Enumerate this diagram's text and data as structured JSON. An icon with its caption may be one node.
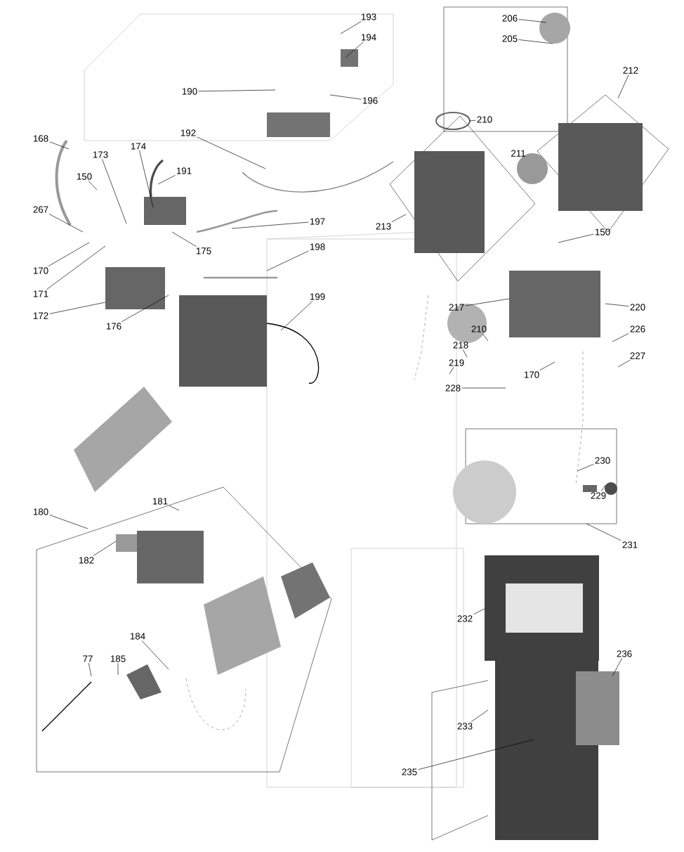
{
  "diagram": {
    "nodes": [
      {
        "text": [
          "193"
        ]
      },
      {
        "text": [
          "194"
        ]
      },
      {
        "text": [
          "206"
        ]
      },
      {
        "text": [
          "205"
        ]
      },
      {
        "text": [
          "212"
        ]
      },
      {
        "text": [
          "190"
        ]
      },
      {
        "text": [
          "196"
        ]
      },
      {
        "text": [
          "210"
        ]
      },
      {
        "text": [
          "192"
        ]
      },
      {
        "text": [
          "168"
        ]
      },
      {
        "text": [
          "174"
        ]
      },
      {
        "text": [
          "173"
        ]
      },
      {
        "text": [
          "191"
        ]
      },
      {
        "text": [
          "150"
        ]
      },
      {
        "text": [
          "267"
        ]
      },
      {
        "text": [
          "197"
        ]
      },
      {
        "text": [
          "213"
        ]
      },
      {
        "text": [
          "150"
        ]
      },
      {
        "text": [
          "198"
        ]
      },
      {
        "text": [
          "175"
        ]
      },
      {
        "text": [
          "170"
        ]
      },
      {
        "text": [
          "171"
        ]
      },
      {
        "text": [
          "217"
        ]
      },
      {
        "text": [
          "220"
        ]
      },
      {
        "text": [
          "172"
        ]
      },
      {
        "text": [
          "176"
        ]
      },
      {
        "text": [
          "199"
        ]
      },
      {
        "text": [
          "210"
        ]
      },
      {
        "text": [
          "226"
        ]
      },
      {
        "text": [
          "218"
        ]
      },
      {
        "text": [
          "227"
        ]
      },
      {
        "text": [
          "219"
        ]
      },
      {
        "text": [
          "170"
        ]
      },
      {
        "text": [
          "228"
        ]
      },
      {
        "text": [
          "230"
        ]
      },
      {
        "text": [
          "229"
        ]
      },
      {
        "text": [
          "180"
        ]
      },
      {
        "text": [
          "181"
        ]
      },
      {
        "text": [
          "231"
        ]
      },
      {
        "text": [
          "182"
        ]
      },
      {
        "text": [
          "232"
        ]
      },
      {
        "text": [
          "184"
        ]
      },
      {
        "text": [
          "236"
        ]
      },
      {
        "text": [
          "77"
        ]
      },
      {
        "text": [
          "185"
        ]
      },
      {
        "text": [
          "233"
        ]
      },
      {
        "text": [
          "235"
        ]
      }
    ],
    "edges": [
      {
        "from": 0,
        "to": null,
        "arrow": "none"
      },
      {
        "from": 1,
        "to": null,
        "arrow": "none"
      },
      {
        "from": 2,
        "to": null,
        "arrow": "none"
      },
      {
        "from": 3,
        "to": null,
        "arrow": "none"
      },
      {
        "from": 4,
        "to": null,
        "arrow": "none"
      },
      {
        "from": 5,
        "to": null,
        "arrow": "none"
      },
      {
        "from": 6,
        "to": null,
        "arrow": "none"
      },
      {
        "from": 7,
        "to": null,
        "arrow": "none"
      },
      {
        "from": 8,
        "to": null,
        "arrow": "none"
      },
      {
        "from": 9,
        "to": null,
        "arrow": "none"
      },
      {
        "from": 10,
        "to": null,
        "arrow": "none"
      },
      {
        "from": 11,
        "to": null,
        "arrow": "none"
      },
      {
        "from": 12,
        "to": null,
        "arrow": "none"
      },
      {
        "from": 13,
        "to": null,
        "arrow": "none"
      },
      {
        "from": 14,
        "to": null,
        "arrow": "none"
      },
      {
        "from": 15,
        "to": null,
        "arrow": "none"
      },
      {
        "from": 16,
        "to": null,
        "arrow": "none"
      },
      {
        "from": 17,
        "to": null,
        "arrow": "none"
      },
      {
        "from": 18,
        "to": null,
        "arrow": "none"
      },
      {
        "from": 19,
        "to": null,
        "arrow": "none"
      },
      {
        "from": 20,
        "to": null,
        "arrow": "none"
      },
      {
        "from": 21,
        "to": null,
        "arrow": "none"
      },
      {
        "from": 22,
        "to": null,
        "arrow": "none"
      },
      {
        "from": 23,
        "to": null,
        "arrow": "none"
      },
      {
        "from": 24,
        "to": null,
        "arrow": "none"
      },
      {
        "from": 25,
        "to": null,
        "arrow": "none"
      },
      {
        "from": 26,
        "to": null,
        "arrow": "none"
      },
      {
        "from": 27,
        "to": null,
        "arrow": "none"
      },
      {
        "from": 28,
        "to": null,
        "arrow": "none"
      },
      {
        "from": 29,
        "to": null,
        "arrow": "none"
      },
      {
        "from": 30,
        "to": null,
        "arrow": "none"
      },
      {
        "from": 31,
        "to": null,
        "arrow": "none"
      },
      {
        "from": 32,
        "to": null,
        "arrow": "none"
      },
      {
        "from": 33,
        "to": null,
        "arrow": "none"
      },
      {
        "from": 34,
        "to": null,
        "arrow": "none"
      },
      {
        "from": 35,
        "to": null,
        "arrow": "none"
      },
      {
        "from": 36,
        "to": null,
        "arrow": "none"
      },
      {
        "from": 37,
        "to": null,
        "arrow": "none"
      },
      {
        "from": 38,
        "to": null,
        "arrow": "none"
      },
      {
        "from": 39,
        "to": null,
        "arrow": "none"
      },
      {
        "from": 40,
        "to": null,
        "arrow": "none"
      },
      {
        "from": 41,
        "to": null,
        "arrow": "none"
      },
      {
        "from": 42,
        "to": null,
        "arrow": "none"
      },
      {
        "from": 43,
        "to": null,
        "arrow": "none"
      },
      {
        "from": 44,
        "to": null,
        "arrow": "none"
      },
      {
        "from": 45,
        "to": null,
        "arrow": "none"
      },
      {
        "from": 46,
        "to": null,
        "arrow": "none"
      }
    ],
    "labels": [
      "211"
    ]
  }
}
